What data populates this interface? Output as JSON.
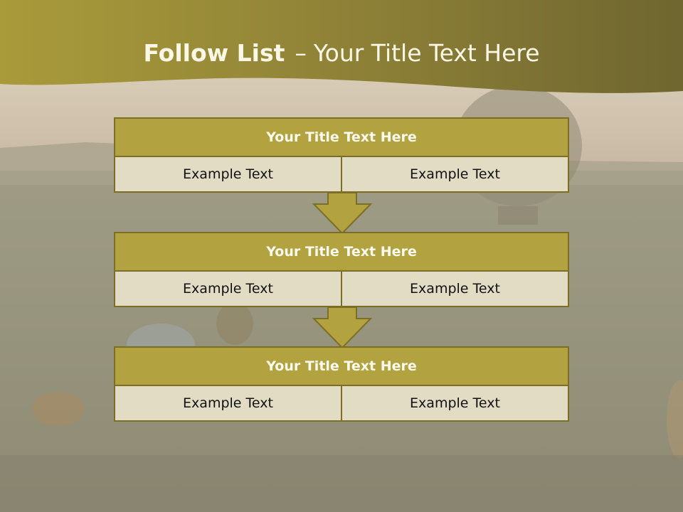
{
  "slide": {
    "title_bold": "Follow List",
    "title_separator": "–",
    "title_rest": "Your Title Text Here"
  },
  "flow": [
    {
      "title": "Your Title Text Here",
      "left": "Example Text",
      "right": "Example Text"
    },
    {
      "title": "Your Title Text Here",
      "left": "Example Text",
      "right": "Example Text"
    },
    {
      "title": "Your Title Text Here",
      "left": "Example Text",
      "right": "Example Text"
    }
  ],
  "colors": {
    "banner": "#a79a3a",
    "header_fill": "#b3a240",
    "cell_fill": "#e2dcc4",
    "border": "#7c6f25",
    "title_text": "#fbf7e6"
  },
  "icons": [
    "down-arrow-icon",
    "down-arrow-icon"
  ]
}
